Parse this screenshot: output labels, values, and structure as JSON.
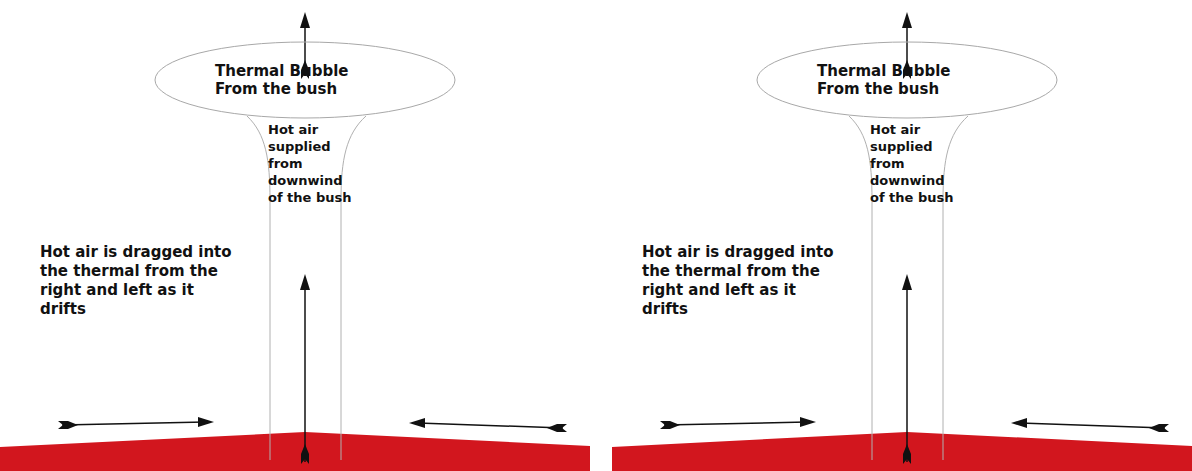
{
  "diagram": {
    "nodes": [
      {
        "text": [
          "Thermal Bubble From the bush"
        ]
      },
      {
        "text": [
          "Thermal Bubble From the bush"
        ]
      }
    ],
    "labels": [
      "Hot air supplied from downwind of the bush",
      "Hot air is dragged into the thermal from the right and left as it drifts",
      "Hot air supplied from downwind of the bush",
      "Hot air is dragged into the thermal from the right and left as it drifts"
    ]
  }
}
